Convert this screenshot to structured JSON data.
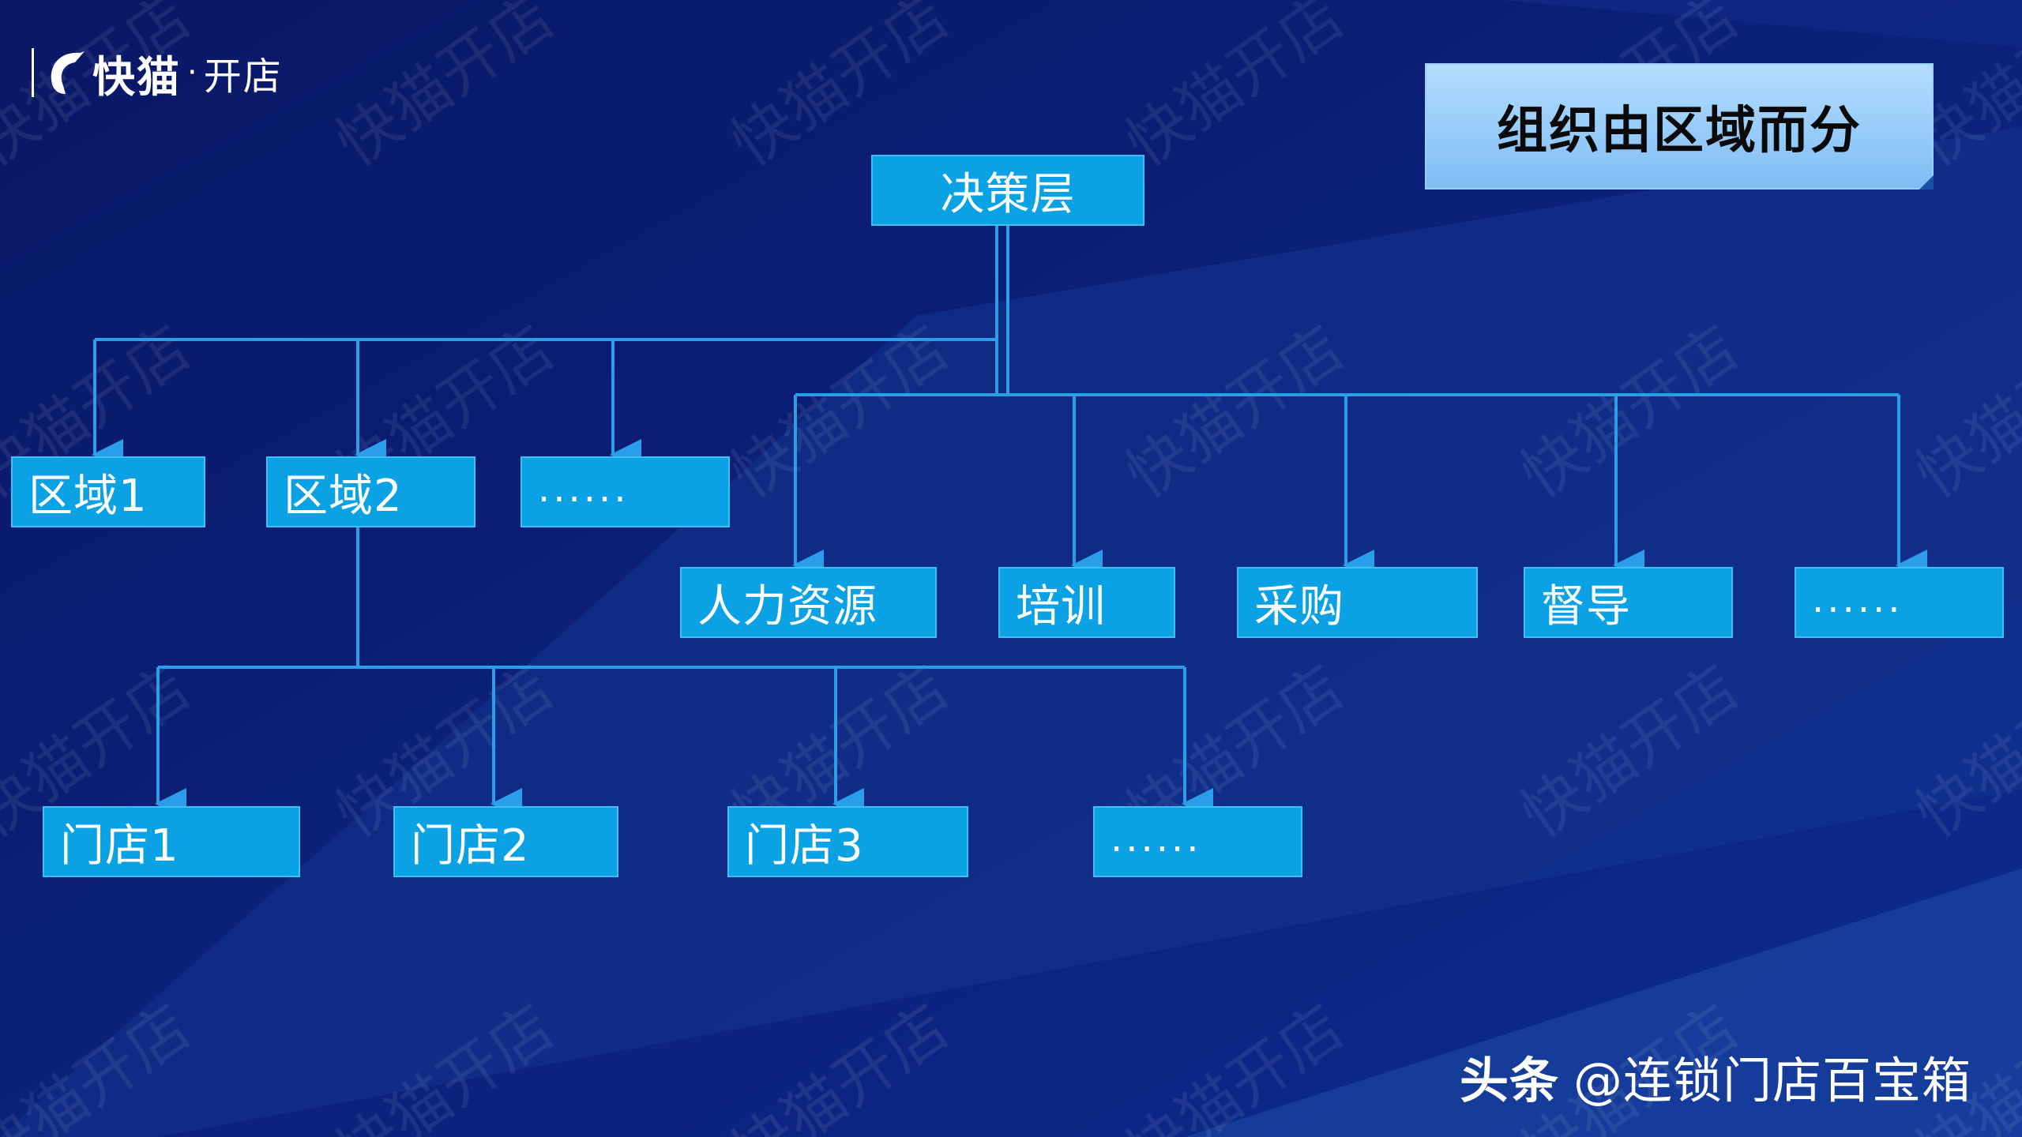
{
  "brand": {
    "name": "快猫",
    "separator": "·",
    "subtitle": "开店"
  },
  "slide_title": "组织由区域而分",
  "org_chart": {
    "root": "决策层",
    "regions": [
      "区域1",
      "区域2",
      "......"
    ],
    "functions": [
      "人力资源",
      "培训",
      "采购",
      "督导",
      "......"
    ],
    "stores": [
      "门店1",
      "门店2",
      "门店3",
      "......"
    ]
  },
  "footer": {
    "source": "头条",
    "handle": "@连锁门店百宝箱"
  },
  "watermark": "快猫开店",
  "colors": {
    "background": "#0a1a6e",
    "node": "#0aa2e4",
    "connector": "#2a9ee8",
    "title_box": "#9fd0fb"
  }
}
